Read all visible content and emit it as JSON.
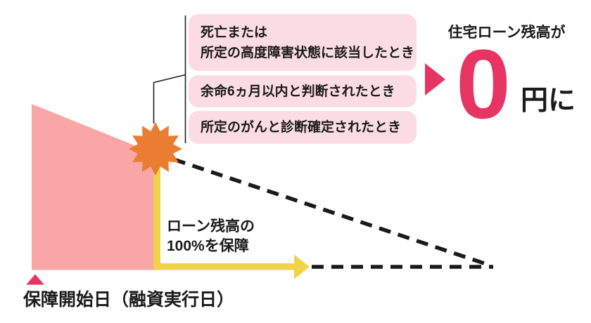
{
  "colors": {
    "balance_area_pink": "#FBA6A6",
    "condition_box_pink": "#FBDCE4",
    "accent_crimson": "#E73563",
    "starburst_orange": "#EB7D33",
    "coverage_arrow_yellow": "#F2D24B",
    "text_black": "#1A1A1A"
  },
  "conditions": {
    "items": [
      {
        "lines": [
          "死亡または",
          "所定の高度障害状態に該当したとき"
        ]
      },
      {
        "lines": [
          "余命6ヵ月以内と判断されたとき"
        ]
      },
      {
        "lines": [
          "所定のがんと診断確定されたとき"
        ]
      }
    ]
  },
  "result": {
    "title": "住宅ローン残高が",
    "amount": "0",
    "unit": "円に"
  },
  "coverage": {
    "lines": [
      "ローン残高の",
      "100%を保障"
    ]
  },
  "timeline": {
    "start_label": "保障開始日（融資実行日）"
  }
}
